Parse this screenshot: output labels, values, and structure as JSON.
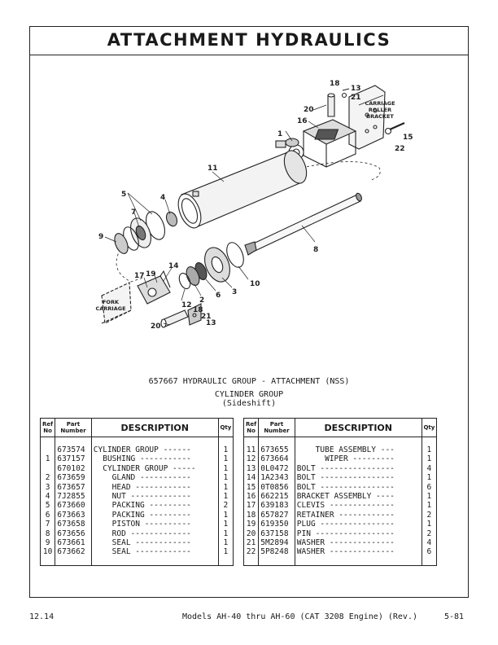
{
  "page_title": "ATTACHMENT HYDRAULICS",
  "diagram_labels": {
    "l1": "1",
    "l2": "2",
    "l3": "3",
    "l4": "4",
    "l5": "5",
    "l6": "6",
    "l7": "7",
    "l8": "8",
    "l9": "9",
    "l10": "10",
    "l11": "11",
    "l12": "12",
    "l13a": "13",
    "l13b": "13",
    "l14": "14",
    "l15": "15",
    "l16": "16",
    "l17": "17",
    "l18a": "18",
    "l18b": "18",
    "l19": "19",
    "l20a": "20",
    "l20b": "20",
    "l21a": "21",
    "l21b": "21",
    "l22": "22",
    "carriage_roller_bracket_1": "CARRIAGE",
    "carriage_roller_bracket_2": "ROLLER",
    "carriage_roller_bracket_3": "BRACKET",
    "fork_carriage_1": "FORK",
    "fork_carriage_2": "CARRIAGE"
  },
  "caption": {
    "group_line": "657667 HYDRAULIC GROUP - ATTACHMENT (NSS)",
    "subgroup_line": "CYLINDER GROUP",
    "note_line": "(Sideshift)"
  },
  "table_headers": {
    "ref_1": "Ref",
    "ref_2": "No",
    "part_1": "Part",
    "part_2": "Number",
    "description": "DESCRIPTION",
    "qty": "Qty"
  },
  "left_rows": [
    {
      "ref": "",
      "part": "673574",
      "desc": "CYLINDER GROUP ------",
      "qty": "1"
    },
    {
      "ref": "1",
      "part": "637157",
      "desc": "  BUSHING -----------",
      "qty": "1"
    },
    {
      "ref": "",
      "part": "670102",
      "desc": "  CYLINDER GROUP -----",
      "qty": "1"
    },
    {
      "ref": "2",
      "part": "673659",
      "desc": "    GLAND -----------",
      "qty": "1"
    },
    {
      "ref": "3",
      "part": "673657",
      "desc": "    HEAD ------------",
      "qty": "1"
    },
    {
      "ref": "4",
      "part": "7J2855",
      "desc": "    NUT -------------",
      "qty": "1"
    },
    {
      "ref": "5",
      "part": "673660",
      "desc": "    PACKING ---------",
      "qty": "2"
    },
    {
      "ref": "6",
      "part": "673663",
      "desc": "    PACKING ---------",
      "qty": "1"
    },
    {
      "ref": "7",
      "part": "673658",
      "desc": "    PISTON ----------",
      "qty": "1"
    },
    {
      "ref": "8",
      "part": "673656",
      "desc": "    ROD -------------",
      "qty": "1"
    },
    {
      "ref": "9",
      "part": "673661",
      "desc": "    SEAL ------------",
      "qty": "1"
    },
    {
      "ref": "10",
      "part": "673662",
      "desc": "    SEAL ------------",
      "qty": "1"
    }
  ],
  "right_rows": [
    {
      "ref": "11",
      "part": "673655",
      "desc": "    TUBE ASSEMBLY ---",
      "qty": "1"
    },
    {
      "ref": "12",
      "part": "673664",
      "desc": "      WIPER ---------",
      "qty": "1"
    },
    {
      "ref": "13",
      "part": "0L0472",
      "desc": "BOLT ----------------",
      "qty": "4"
    },
    {
      "ref": "14",
      "part": "1A2343",
      "desc": "BOLT ----------------",
      "qty": "1"
    },
    {
      "ref": "15",
      "part": "0T0856",
      "desc": "BOLT ----------------",
      "qty": "6"
    },
    {
      "ref": "16",
      "part": "662215",
      "desc": "BRACKET ASSEMBLY ----",
      "qty": "1"
    },
    {
      "ref": "17",
      "part": "639183",
      "desc": "CLEVIS --------------",
      "qty": "1"
    },
    {
      "ref": "18",
      "part": "657827",
      "desc": "RETAINER ------------",
      "qty": "2"
    },
    {
      "ref": "19",
      "part": "619350",
      "desc": "PLUG ----------------",
      "qty": "1"
    },
    {
      "ref": "20",
      "part": "637158",
      "desc": "PIN -----------------",
      "qty": "2"
    },
    {
      "ref": "21",
      "part": "5M2894",
      "desc": "WASHER --------------",
      "qty": "4"
    },
    {
      "ref": "22",
      "part": "5P8248",
      "desc": "WASHER --------------",
      "qty": "6"
    }
  ],
  "footer": {
    "page_number": "12.14",
    "models": "Models AH-40 thru AH-60 (CAT 3208 Engine) (Rev.)",
    "date": "5-81"
  }
}
